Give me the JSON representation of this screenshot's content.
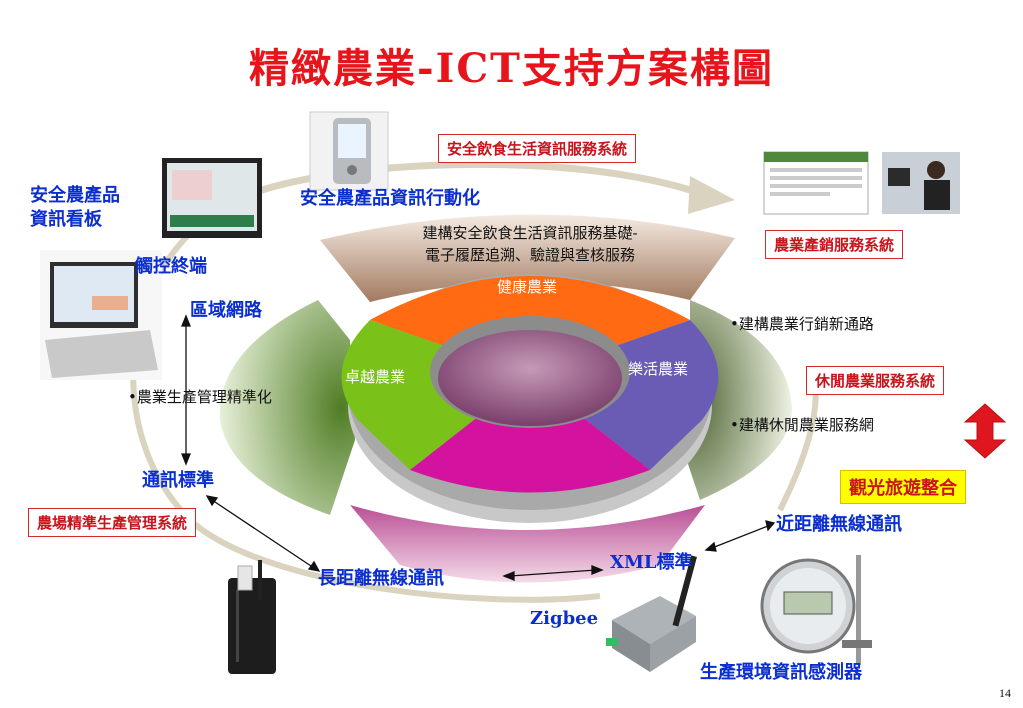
{
  "title": "精緻農業-ICT支持方案構圖",
  "page_number": "14",
  "center": {
    "top_text_line1": "建構安全飲食生活資訊服務基礎-",
    "top_text_line2": "電子履歷追溯、驗證與查核服務",
    "sector_top": "健康農業",
    "sector_left": "卓越農業",
    "sector_right": "樂活農業"
  },
  "labels": {
    "safe_board": "安全農產品\n資訊看板",
    "safe_mobile": "安全農產品資訊行動化",
    "touch_terminal": "觸控終端",
    "area_network": "區域網路",
    "comm_standard": "通訊標準",
    "long_range": "長距離無線通訊",
    "xml_standard": "XML標準",
    "near_range": "近距離無線通訊",
    "zigbee": "Zigbee",
    "sensor": "生產環境資訊感測器"
  },
  "boxes": {
    "diet_system": "安全飲食生活資訊服務系統",
    "marketing_system": "農業產銷服務系統",
    "leisure_system": "休閒農業服務系統",
    "farm_system": "農場精準生產管理系統",
    "tourism": "觀光旅遊整合"
  },
  "bullets": {
    "precision": "•農業生產管理精準化",
    "new_channel": "•建構農業行銷新通路",
    "leisure_net": "•建構休閒農業服務網"
  },
  "colors": {
    "title": "#e8141b",
    "label_blue": "#0b2fcf",
    "box_red": "#c8141b",
    "sector_top": "#ff6a13",
    "sector_left": "#7ac21a",
    "sector_right": "#6a5bb5",
    "sector_bottom": "#d412a0",
    "hub": "#a25a8e",
    "wedge_top": "#c9a993",
    "wedge_left": "#8bb54f",
    "wedge_right": "#6f8a4a",
    "wedge_bottom": "#d78ac0",
    "arrow_red": "#e0161e"
  },
  "icons": {
    "tablet_photo": "touch-tablet-photo",
    "pda_photo": "pda-photo",
    "monitor_photo": "board-monitor-photo",
    "web_photo": "web-screenshot-photo",
    "worker_photo": "worker-photo",
    "router_photo": "router-photo",
    "zigbee_photo": "zigbee-device-photo",
    "sensor_photo": "sensor-gauge-photo"
  }
}
